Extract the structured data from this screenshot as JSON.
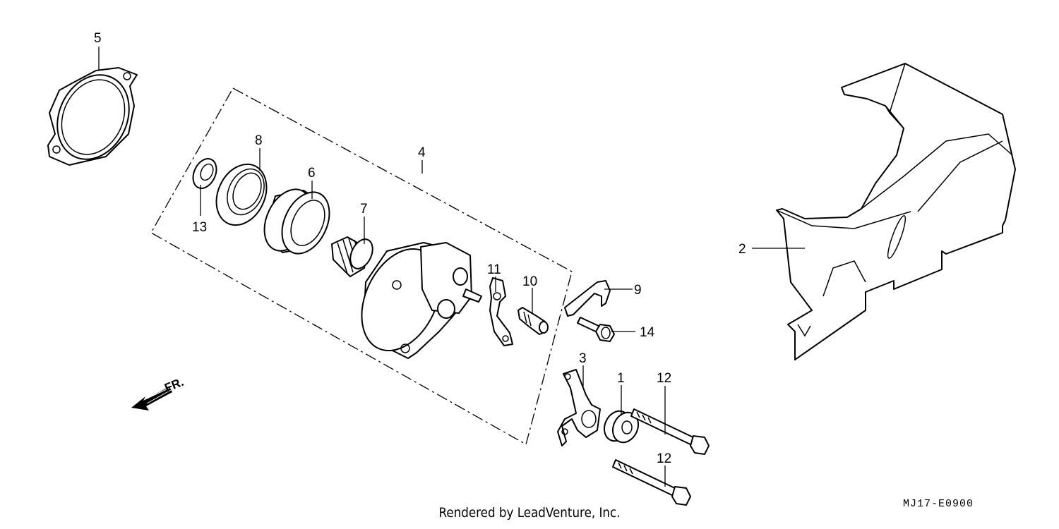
{
  "callouts": {
    "c1": "1",
    "c2": "2",
    "c3": "3",
    "c4": "4",
    "c5": "5",
    "c6": "6",
    "c7": "7",
    "c8": "8",
    "c9": "9",
    "c10": "10",
    "c11": "11",
    "c12a": "12",
    "c12b": "12",
    "c13": "13",
    "c14": "14"
  },
  "front_marker": "FR.",
  "diagram_code": "MJ17-E0900",
  "credit": "Rendered by LeadVenture, Inc."
}
